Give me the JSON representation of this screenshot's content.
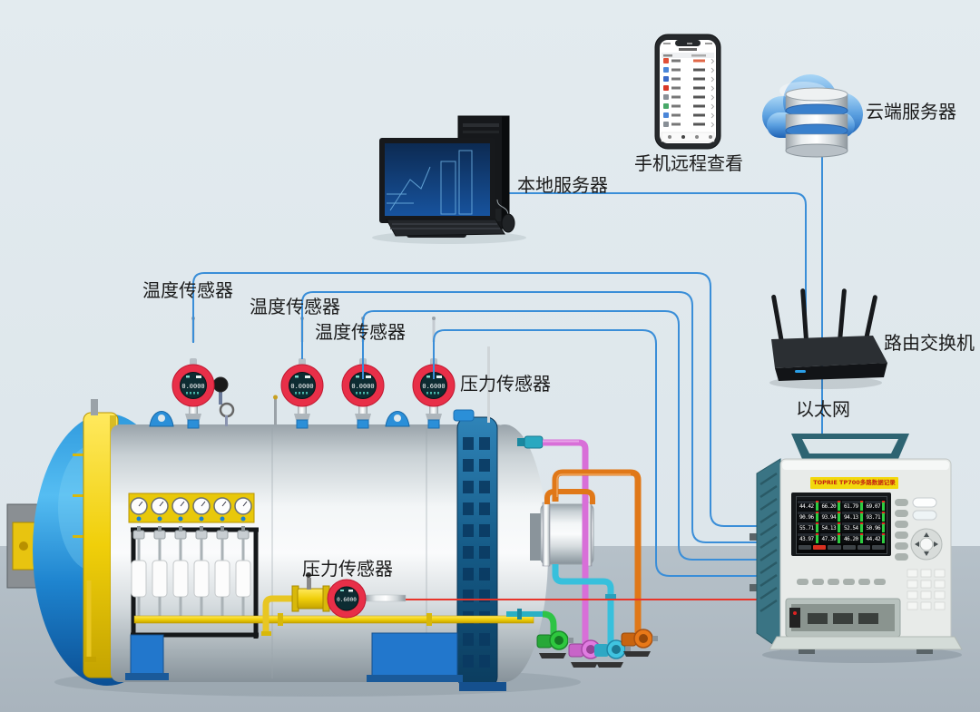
{
  "diagram": {
    "labels": {
      "temp_sensor_1": "温度传感器",
      "temp_sensor_2": "温度传感器",
      "temp_sensor_3": "温度传感器",
      "pressure_sensor_top": "压力传感器",
      "pressure_sensor_bottom": "压力传感器",
      "local_server": "本地服务器",
      "phone_remote_view": "手机远程查看",
      "cloud_server": "云端服务器",
      "router_switch": "路由交换机",
      "ethernet": "以太网"
    }
  },
  "sensors": {
    "temperature_display": "0.0000",
    "pressure_display": "0.6000"
  },
  "logger": {
    "brand_label": "TOPRIE TP700多路数据记录仪",
    "screen_rows": [
      [
        "44.42",
        "66.20",
        "61.79",
        "69.07"
      ],
      [
        "90.96",
        "93.94",
        "94.13",
        "93.71"
      ],
      [
        "55.71",
        "54.13",
        "52.54",
        "50.96"
      ],
      [
        "43.97",
        "47.39",
        "46.20",
        "44.42"
      ]
    ]
  },
  "colors": {
    "cable_blue": "#3a8ed8",
    "cable_red": "#e8352a",
    "sensor_ring_red": "#e82f48",
    "tank_dome_blue": "#1f8ad6",
    "flange_yellow": "#f0cf0a",
    "logger_teal": "#3a7484",
    "screen_value_green": "#2ecc40"
  }
}
